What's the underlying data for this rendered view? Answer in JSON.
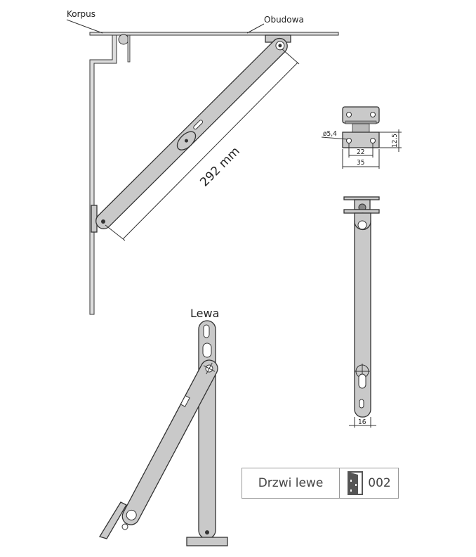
{
  "labels": {
    "korpus": "Korpus",
    "obudowa": "Obudowa",
    "length": "292 mm",
    "lewa": "Lewa"
  },
  "dimensions": {
    "hole_diameter": "ø5,4",
    "hole_spacing": "22",
    "bracket_width": "35",
    "bracket_height": "12,5",
    "arm_width": "16"
  },
  "legend": {
    "name": "Drzwi lewe",
    "code": "002",
    "icon": "door-open-icon"
  }
}
